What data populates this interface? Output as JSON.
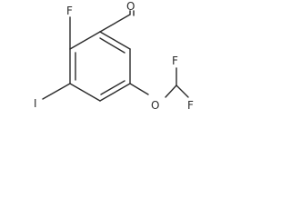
{
  "molecule": {
    "atoms": {
      "o_carbonyl": "O",
      "f_ring": "F",
      "iodine": "I",
      "o_ether": "O",
      "f_upper": "F",
      "f_lower": "F"
    }
  }
}
